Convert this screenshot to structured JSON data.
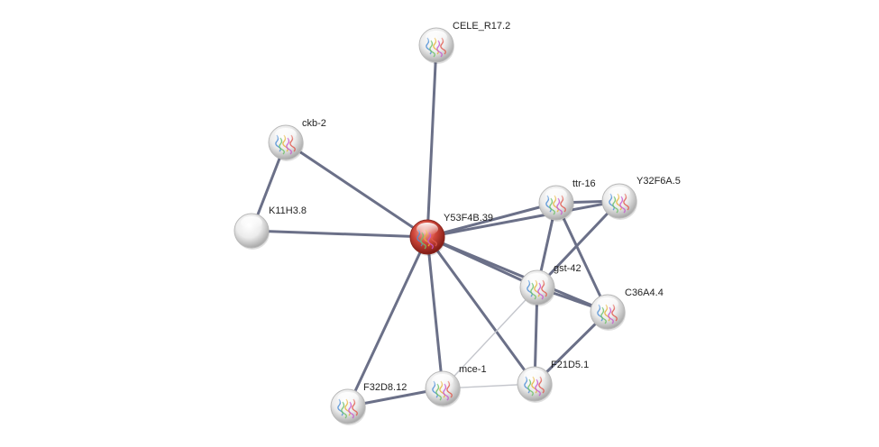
{
  "network": {
    "center_node": "Y53F4B.39",
    "nodes": [
      {
        "id": "CELE_R17.2",
        "label": "CELE_R17.2",
        "query": false,
        "has_structure": true
      },
      {
        "id": "ckb-2",
        "label": "ckb-2",
        "query": false,
        "has_structure": true
      },
      {
        "id": "K11H3.8",
        "label": "K11H3.8",
        "query": false,
        "has_structure": false
      },
      {
        "id": "Y53F4B.39",
        "label": "Y53F4B.39",
        "query": true,
        "has_structure": true
      },
      {
        "id": "ttr-16",
        "label": "ttr-16",
        "query": false,
        "has_structure": true
      },
      {
        "id": "Y32F6A.5",
        "label": "Y32F6A.5",
        "query": false,
        "has_structure": true
      },
      {
        "id": "gst-42",
        "label": "gst-42",
        "query": false,
        "has_structure": true
      },
      {
        "id": "C36A4.4",
        "label": "C36A4.4",
        "query": false,
        "has_structure": true
      },
      {
        "id": "F21D5.1",
        "label": "F21D5.1",
        "query": false,
        "has_structure": true
      },
      {
        "id": "mce-1",
        "label": "mce-1",
        "query": false,
        "has_structure": true
      },
      {
        "id": "F32D8.12",
        "label": "F32D8.12",
        "query": false,
        "has_structure": true
      }
    ],
    "edges": [
      {
        "source": "Y53F4B.39",
        "target": "CELE_R17.2",
        "strength": "strong"
      },
      {
        "source": "Y53F4B.39",
        "target": "ckb-2",
        "strength": "strong"
      },
      {
        "source": "Y53F4B.39",
        "target": "K11H3.8",
        "strength": "strong"
      },
      {
        "source": "ckb-2",
        "target": "K11H3.8",
        "strength": "strong"
      },
      {
        "source": "Y53F4B.39",
        "target": "ttr-16",
        "strength": "strong"
      },
      {
        "source": "Y53F4B.39",
        "target": "Y32F6A.5",
        "strength": "strong"
      },
      {
        "source": "Y53F4B.39",
        "target": "gst-42",
        "strength": "strong"
      },
      {
        "source": "Y53F4B.39",
        "target": "C36A4.4",
        "strength": "strong"
      },
      {
        "source": "Y53F4B.39",
        "target": "F21D5.1",
        "strength": "strong"
      },
      {
        "source": "Y53F4B.39",
        "target": "mce-1",
        "strength": "strong"
      },
      {
        "source": "Y53F4B.39",
        "target": "F32D8.12",
        "strength": "strong"
      },
      {
        "source": "ttr-16",
        "target": "Y32F6A.5",
        "strength": "strong"
      },
      {
        "source": "ttr-16",
        "target": "gst-42",
        "strength": "strong"
      },
      {
        "source": "ttr-16",
        "target": "C36A4.4",
        "strength": "strong"
      },
      {
        "source": "Y32F6A.5",
        "target": "gst-42",
        "strength": "strong"
      },
      {
        "source": "gst-42",
        "target": "C36A4.4",
        "strength": "strong"
      },
      {
        "source": "gst-42",
        "target": "F21D5.1",
        "strength": "strong"
      },
      {
        "source": "C36A4.4",
        "target": "F21D5.1",
        "strength": "strong"
      },
      {
        "source": "gst-42",
        "target": "mce-1",
        "strength": "weak"
      },
      {
        "source": "mce-1",
        "target": "F21D5.1",
        "strength": "weak"
      },
      {
        "source": "mce-1",
        "target": "F32D8.12",
        "strength": "strong"
      }
    ],
    "colors": {
      "edge_strong": "#6b7088",
      "edge_weak": "#c4c6cc",
      "node_default": "#e4e4e4",
      "node_query": "#c83b30"
    }
  }
}
